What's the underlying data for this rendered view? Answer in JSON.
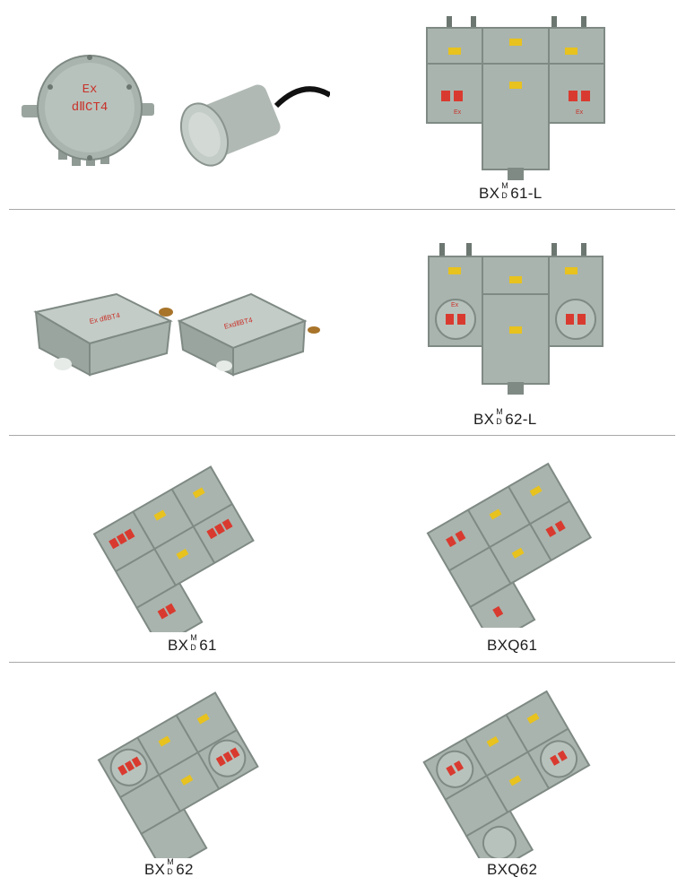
{
  "colors": {
    "enclosure": "#a9b4ae",
    "enclosure_light": "#c4ccc7",
    "enclosure_dark": "#7f8a84",
    "warning_label": "#e8c21e",
    "switch_red": "#d93a2f",
    "marking_red": "#c8322a",
    "divider": "#a8a8a8"
  },
  "junction_boxes": {
    "round_box_marking_line1": "Ex",
    "round_box_marking_line2": "dⅡCT4",
    "rect_box_1_marking": "Ex dⅡBT4",
    "rect_box_2_marking": "ExdⅡBT4",
    "enclosure_marking": "Ex"
  },
  "products": [
    {
      "id": "bxd61l",
      "prefix": "BX",
      "sup": "M",
      "sub": "D",
      "suffix": "61-L"
    },
    {
      "id": "bxd62l",
      "prefix": "BX",
      "sup": "M",
      "sub": "D",
      "suffix": "62-L"
    },
    {
      "id": "bxd61",
      "prefix": "BX",
      "sup": "M",
      "sub": "D",
      "suffix": "61"
    },
    {
      "id": "bxq61",
      "prefix": "BXQ61",
      "sup": "",
      "sub": "",
      "suffix": ""
    },
    {
      "id": "bxd62",
      "prefix": "BX",
      "sup": "M",
      "sub": "D",
      "suffix": "62"
    },
    {
      "id": "bxq62",
      "prefix": "BXQ62",
      "sup": "",
      "sub": "",
      "suffix": ""
    }
  ]
}
